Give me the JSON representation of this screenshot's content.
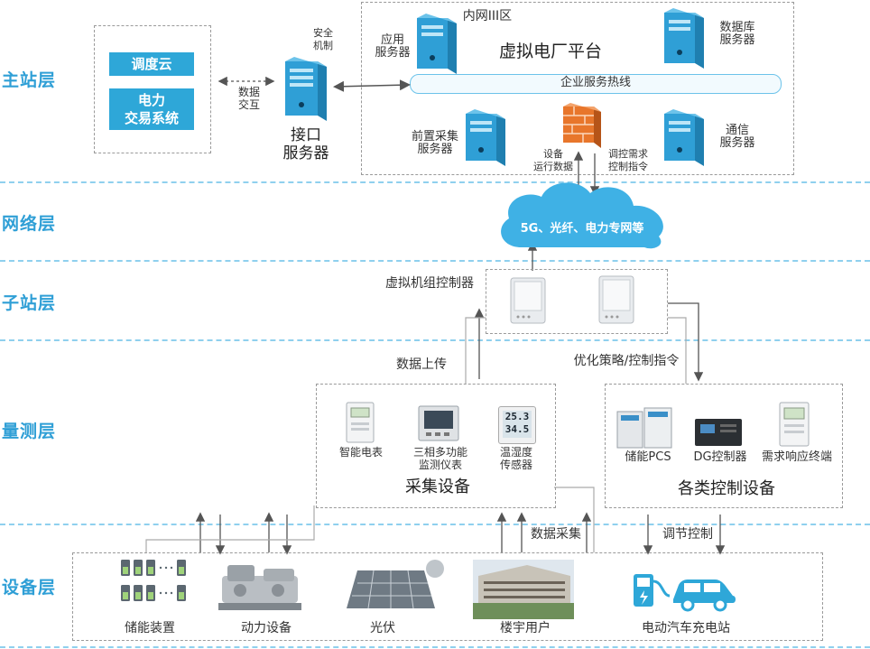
{
  "layers": {
    "master": "主站层",
    "network": "网络层",
    "substation": "子站层",
    "measure": "量测层",
    "device": "设备层"
  },
  "master": {
    "dispatch_cloud": "调度云",
    "power_trading": "电力\n交易系统",
    "data_exchange": "数据\n交互",
    "security": "安全\n机制",
    "interface_server": "接口\n服务器",
    "intranet_zone": "内网III区",
    "vpp_platform": "虚拟电厂平台",
    "app_server": "应用\n服务器",
    "db_server": "数据库\n服务器",
    "bus_label": "企业服务热线",
    "front_server": "前置采集\n服务器",
    "comm_server": "通信\n服务器",
    "device_data": "设备\n运行数据",
    "control_cmd": "调控需求\n控制指令"
  },
  "network": {
    "cloud_label": "5G、光纤、电力专网等"
  },
  "substation": {
    "controller_label": "虚拟机组控制器",
    "data_upload": "数据上传",
    "strategy": "优化策略/控制指令"
  },
  "measure": {
    "collect_title": "采集设备",
    "smart_meter": "智能电表",
    "multifunction": "三相多功能\n监测仪表",
    "temp_sensor": "温湿度\n传感器",
    "sensor_display_1": "25.3",
    "sensor_display_2": "34.5",
    "control_title": "各类控制设备",
    "pcs": "储能PCS",
    "dg": "DG控制器",
    "dr_terminal": "需求响应终端"
  },
  "device": {
    "data_collect": "数据采集",
    "regulate": "调节控制",
    "storage": "储能装置",
    "power_equip": "动力设备",
    "pv": "光伏",
    "building": "楼宇用户",
    "ev_station": "电动汽车充电站"
  },
  "colors": {
    "accent": "#2ea7d8",
    "layer_text": "#2f9fd6",
    "cloud": "#3fb1e5",
    "firewall": "#e8762b",
    "server": "#2f9fd6"
  }
}
